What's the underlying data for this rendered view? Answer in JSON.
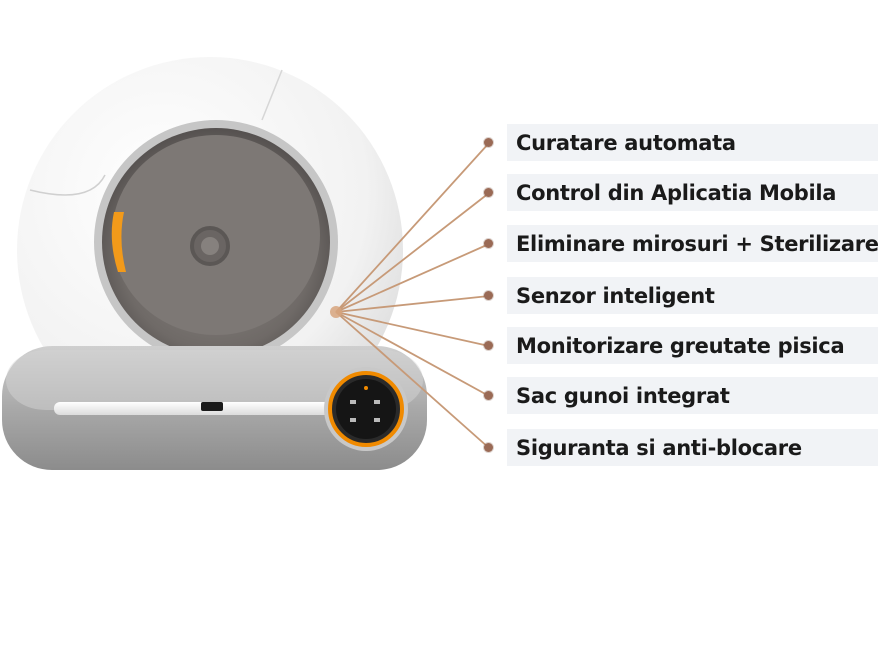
{
  "features": [
    {
      "label": "Curatare automata"
    },
    {
      "label": "Control din Aplicatia Mobila"
    },
    {
      "label": "Eliminare mirosuri + Sterilizare"
    },
    {
      "label": "Senzor inteligent"
    },
    {
      "label": "Monitorizare greutate pisica"
    },
    {
      "label": "Sac gunoi integrat"
    },
    {
      "label": "Siguranta si anti-blocare"
    }
  ],
  "colors": {
    "callout_line": "#c79a78",
    "accent_ring": "#f08a00",
    "label_bg": "#f1f3f6"
  }
}
